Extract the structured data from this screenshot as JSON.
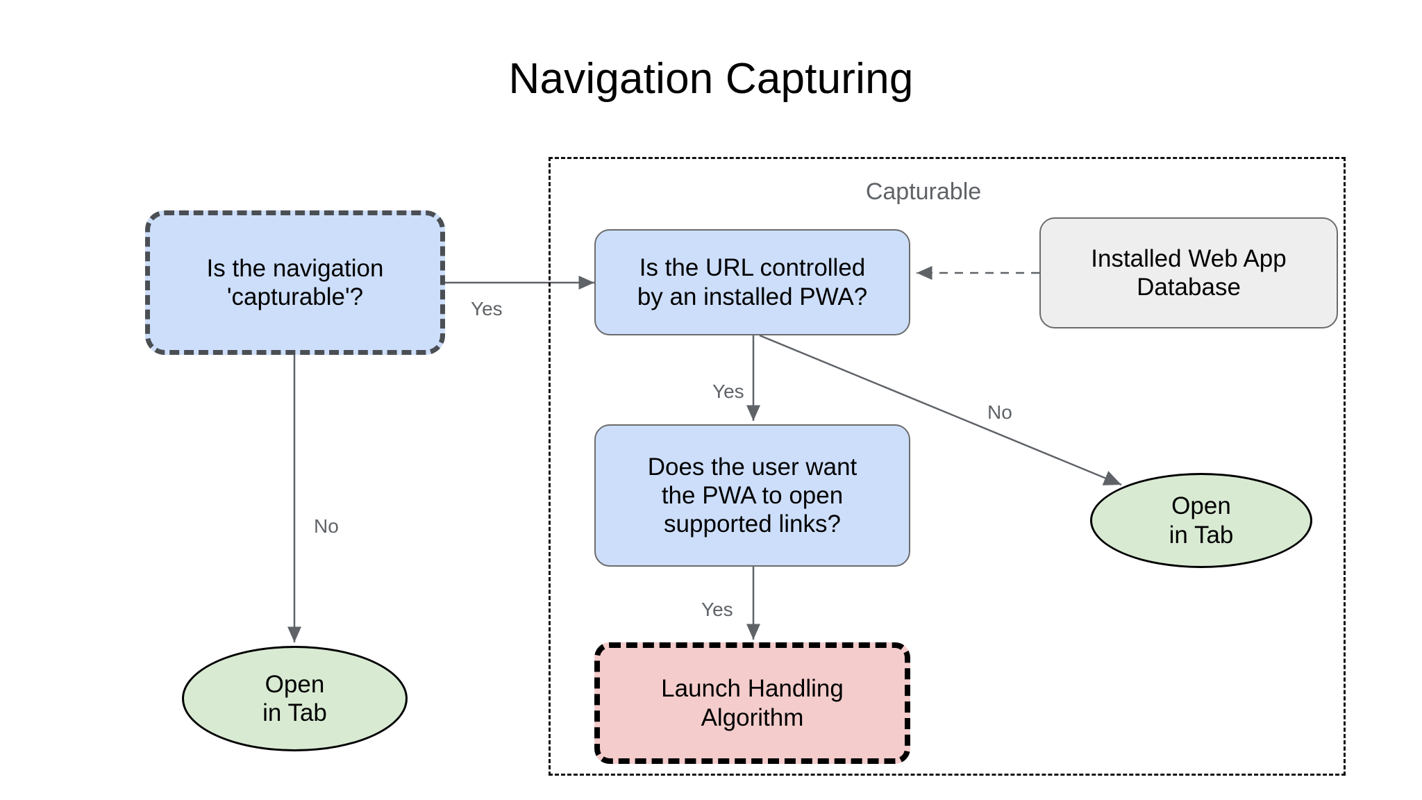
{
  "page": {
    "title": "Navigation Capturing",
    "background": "#ffffff"
  },
  "group": {
    "label": "Capturable",
    "border_style": "dashed",
    "border_color": "#111111"
  },
  "colors": {
    "decision_fill": "#cddefa",
    "datastore_fill": "#eeeeee",
    "terminal_fill": "#d9ead3",
    "algorithm_fill": "#f4cccc",
    "edge": "#5f6368",
    "dashed_border": "#4b4f54",
    "text": "#000000",
    "label_text": "#5f6368"
  },
  "nodes": {
    "capturable": {
      "label": "Is the navigation\n'capturable'?",
      "shape": "rounded-rect",
      "style": "dashed"
    },
    "url_pwa": {
      "label": "Is the URL controlled\nby an installed PWA?",
      "shape": "rounded-rect",
      "style": "solid"
    },
    "database": {
      "label": "Installed Web App\nDatabase",
      "shape": "rounded-rect",
      "style": "solid"
    },
    "user_want": {
      "label": "Does the user want\nthe PWA to open\nsupported links?",
      "shape": "rounded-rect",
      "style": "solid"
    },
    "launch": {
      "label": "Launch Handling\nAlgorithm",
      "shape": "rounded-rect",
      "style": "dashed"
    },
    "open_tab_left": {
      "label": "Open\nin Tab",
      "shape": "ellipse",
      "style": "solid"
    },
    "open_tab_right": {
      "label": "Open\nin Tab",
      "shape": "ellipse",
      "style": "solid"
    }
  },
  "edges": [
    {
      "id": "yes-1",
      "from": "capturable",
      "to": "url_pwa",
      "label": "Yes",
      "style": "solid"
    },
    {
      "id": "no-1",
      "from": "capturable",
      "to": "open_tab_left",
      "label": "No",
      "style": "solid"
    },
    {
      "id": "yes-2",
      "from": "url_pwa",
      "to": "user_want",
      "label": "Yes",
      "style": "solid"
    },
    {
      "id": "no-2",
      "from": "url_pwa",
      "to": "open_tab_right",
      "label": "No",
      "style": "solid"
    },
    {
      "id": "yes-3",
      "from": "user_want",
      "to": "launch",
      "label": "Yes",
      "style": "solid"
    },
    {
      "id": "db-link",
      "from": "database",
      "to": "url_pwa",
      "label": "",
      "style": "dashed"
    }
  ]
}
